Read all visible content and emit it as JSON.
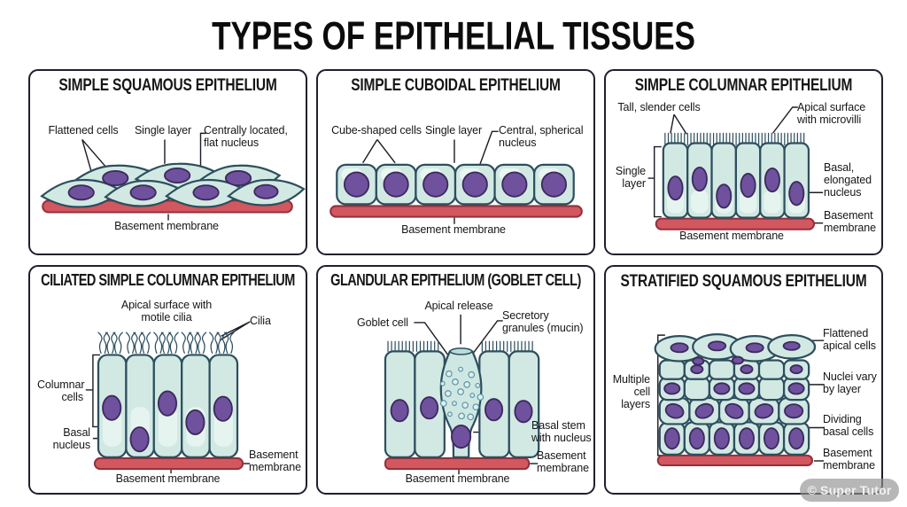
{
  "title": "TYPES OF EPITHELIAL TISSUES",
  "watermark": "© Super Tutor",
  "colors": {
    "title": "#0c0c0c",
    "text": "#161616",
    "panel_border": "#20202c",
    "line": "#1d1d26",
    "cell_fill": "#d2e9e3",
    "cell_highlight": "#e9f6f2",
    "cell_inner": "#e6f4ef",
    "cell_stroke": "#2d4f5e",
    "nucleus_fill": "#6f519e",
    "nucleus_stroke": "#3c2a5c",
    "membrane_fill": "#d2575f",
    "membrane_stroke": "#93303c",
    "granule_fill": "#dcf0f2",
    "granule_stroke": "#5d95a3",
    "watermark_bg": "rgba(145,145,145,0.65)",
    "watermark_text": "#f2f2f2"
  },
  "panels": [
    {
      "id": "simple-squamous",
      "title": "SIMPLE SQUAMOUS EPITHELIUM",
      "labels": {
        "cells": "Flattened cells",
        "layer": "Single layer",
        "nucleus": "Centrally located,\nflat nucleus",
        "membrane": "Basement membrane"
      }
    },
    {
      "id": "simple-cuboidal",
      "title": "SIMPLE CUBOIDAL EPITHELIUM",
      "labels": {
        "cells": "Cube-shaped cells",
        "layer": "Single layer",
        "nucleus": "Central, spherical\nnucleus",
        "membrane": "Basement membrane"
      }
    },
    {
      "id": "simple-columnar",
      "title": "SIMPLE COLUMNAR EPITHELIUM",
      "labels": {
        "cells": "Tall, slender cells",
        "apical": "Apical surface\nwith microvilli",
        "layer": "Single\nlayer",
        "nucleus": "Basal,\nelongated\nnucleus",
        "membrane_side": "Basement\nmembrane",
        "membrane": "Basement membrane"
      }
    },
    {
      "id": "ciliated-simple-columnar",
      "title": "CILIATED SIMPLE COLUMNAR EPITHELIUM",
      "labels": {
        "apical": "Apical surface with\nmotile cilia",
        "cilia": "Cilia",
        "cells": "Columnar\ncells",
        "nucleus": "Basal\nnucleus",
        "membrane": "Basement membrane",
        "membrane_side": "Basement\nmembrane"
      }
    },
    {
      "id": "glandular-goblet",
      "title": "GLANDULAR EPITHELIUM (GOBLET CELL)",
      "labels": {
        "apical": "Apical release",
        "goblet": "Goblet cell",
        "granules": "Secretory\ngranules (mucin)",
        "nucleus": "Basal stem\nwith nucleus",
        "membrane": "Basement membrane",
        "membrane_side": "Basement\nmembrane"
      }
    },
    {
      "id": "stratified-squamous",
      "title": "STRATIFIED SQUAMOUS EPITHELIUM",
      "labels": {
        "apical": "Flattened\napical cells",
        "nuclei": "Nuclei vary\nby layer",
        "layers": "Multiple\ncell\nlayers",
        "basal": "Dividing\nbasal cells",
        "membrane": "Basement\nmembrane"
      }
    }
  ]
}
